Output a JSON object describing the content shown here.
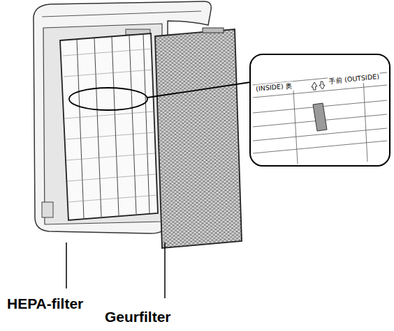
{
  "diagram": {
    "labels": [
      "(INSIDE) 奥",
      "手前 (OUTSIDE)",
      "HEPA-filter",
      "Geurfilter"
    ]
  }
}
